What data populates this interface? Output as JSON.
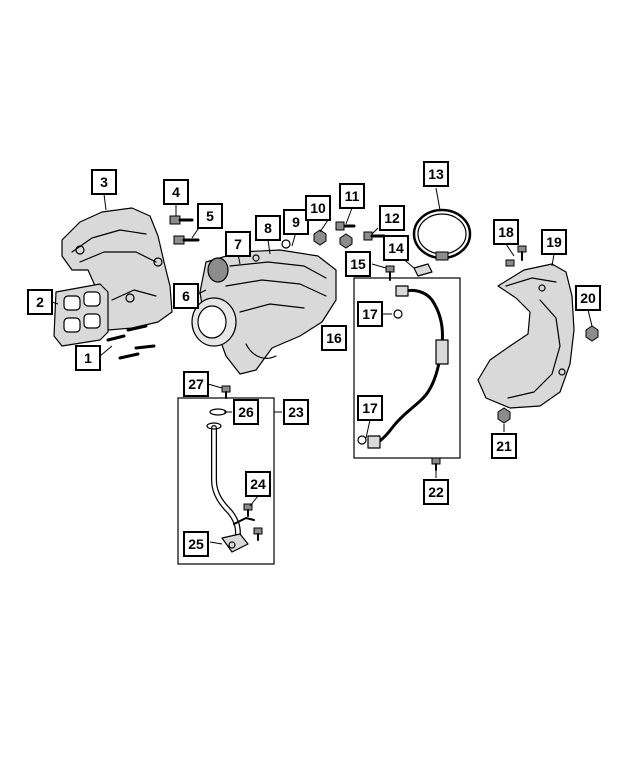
{
  "callouts": [
    {
      "id": "1",
      "label": "1"
    },
    {
      "id": "2",
      "label": "2"
    },
    {
      "id": "3",
      "label": "3"
    },
    {
      "id": "4",
      "label": "4"
    },
    {
      "id": "5",
      "label": "5"
    },
    {
      "id": "6",
      "label": "6"
    },
    {
      "id": "7",
      "label": "7"
    },
    {
      "id": "8",
      "label": "8"
    },
    {
      "id": "9",
      "label": "9"
    },
    {
      "id": "10",
      "label": "10"
    },
    {
      "id": "11",
      "label": "11"
    },
    {
      "id": "12",
      "label": "12"
    },
    {
      "id": "13",
      "label": "13"
    },
    {
      "id": "14",
      "label": "14"
    },
    {
      "id": "15",
      "label": "15"
    },
    {
      "id": "16",
      "label": "16"
    },
    {
      "id": "17a",
      "label": "17"
    },
    {
      "id": "17b",
      "label": "17"
    },
    {
      "id": "18",
      "label": "18"
    },
    {
      "id": "19",
      "label": "19"
    },
    {
      "id": "20",
      "label": "20"
    },
    {
      "id": "21",
      "label": "21"
    },
    {
      "id": "22",
      "label": "22"
    },
    {
      "id": "23",
      "label": "23"
    },
    {
      "id": "24",
      "label": "24"
    },
    {
      "id": "25",
      "label": "25"
    },
    {
      "id": "26",
      "label": "26"
    },
    {
      "id": "27",
      "label": "27"
    }
  ]
}
